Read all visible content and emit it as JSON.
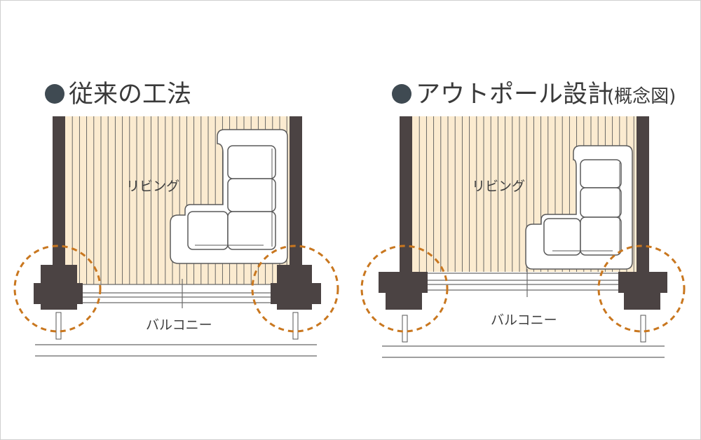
{
  "colors": {
    "wall": "#4b4343",
    "floor": "#fbebd0",
    "floor_line": "#5a5a5a",
    "highlight_circle": "#c9771f",
    "bullet": "#3f4a52",
    "text": "#3a3a3a",
    "frame_border": "#cfcfcf"
  },
  "left": {
    "title": "従来の工法",
    "living_label": "リビング",
    "balcony_label": "バルコニー"
  },
  "right": {
    "title": "アウトポール設計",
    "title_suffix": "(概念図)",
    "living_label": "リビング",
    "balcony_label": "バルコニー"
  }
}
